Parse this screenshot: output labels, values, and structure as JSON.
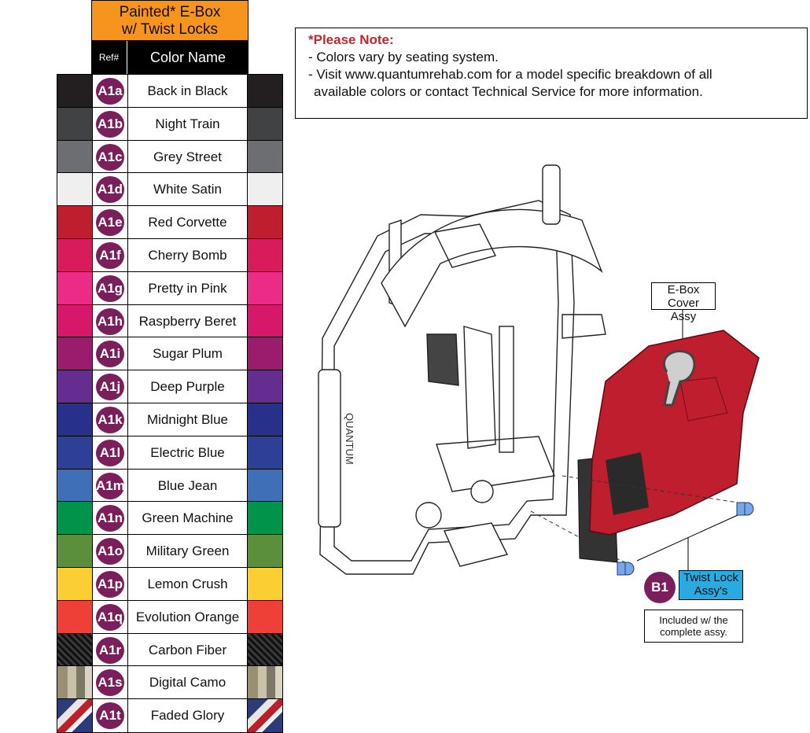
{
  "table": {
    "header_line1": "Painted* E-Box",
    "header_line2": "w/ Twist Locks",
    "ref_header": "Ref#",
    "name_header": "Color Name",
    "rows": [
      {
        "ref": "A1a",
        "name": "Back in Black",
        "color": "#231f20"
      },
      {
        "ref": "A1b",
        "name": "Night Train",
        "color": "#414244"
      },
      {
        "ref": "A1c",
        "name": "Grey Street",
        "color": "#6d6e71"
      },
      {
        "ref": "A1d",
        "name": "White Satin",
        "color": "#efefef"
      },
      {
        "ref": "A1e",
        "name": "Red Corvette",
        "color": "#be1e2d"
      },
      {
        "ref": "A1f",
        "name": "Cherry Bomb",
        "color": "#d81c5b"
      },
      {
        "ref": "A1g",
        "name": "Pretty in Pink",
        "color": "#ec2b87"
      },
      {
        "ref": "A1h",
        "name": "Raspberry Beret",
        "color": "#d6176a"
      },
      {
        "ref": "A1i",
        "name": "Sugar Plum",
        "color": "#9b1b6d"
      },
      {
        "ref": "A1j",
        "name": "Deep Purple",
        "color": "#662d91"
      },
      {
        "ref": "A1k",
        "name": "Midnight Blue",
        "color": "#27318b"
      },
      {
        "ref": "A1l",
        "name": "Electric Blue",
        "color": "#2e3f98"
      },
      {
        "ref": "A1m",
        "name": "Blue Jean",
        "color": "#3f6fb6"
      },
      {
        "ref": "A1n",
        "name": "Green Machine",
        "color": "#00934a"
      },
      {
        "ref": "A1o",
        "name": "Military Green",
        "color": "#5c8f3c"
      },
      {
        "ref": "A1p",
        "name": "Lemon Crush",
        "color": "#fbcf33"
      },
      {
        "ref": "A1q",
        "name": "Evolution Orange",
        "color": "#ee4036"
      },
      {
        "ref": "A1r",
        "name": "Carbon Fiber",
        "pattern": "carbon"
      },
      {
        "ref": "A1s",
        "name": "Digital Camo",
        "pattern": "camo"
      },
      {
        "ref": "A1t",
        "name": "Faded Glory",
        "pattern": "glory"
      }
    ]
  },
  "note": {
    "title": "*Please Note:",
    "line1": "- Colors vary by seating system.",
    "line2": "- Visit www.quantumrehab.com for a model specific breakdown of all",
    "line3": "available colors or contact Technical Service for more information."
  },
  "diagram": {
    "ebox_line1": "E-Box Cover",
    "ebox_line2": "Assy",
    "b1_ref": "B1",
    "twist_line1": "Twist Lock",
    "twist_line2": "Assy's",
    "included_line1": "Included w/ the",
    "included_line2": "complete assy.",
    "brand_text": "QUANTUM",
    "accent_red": "#be1e2d",
    "badge_color": "#7a1f5c",
    "twist_label_color": "#29abe2"
  }
}
